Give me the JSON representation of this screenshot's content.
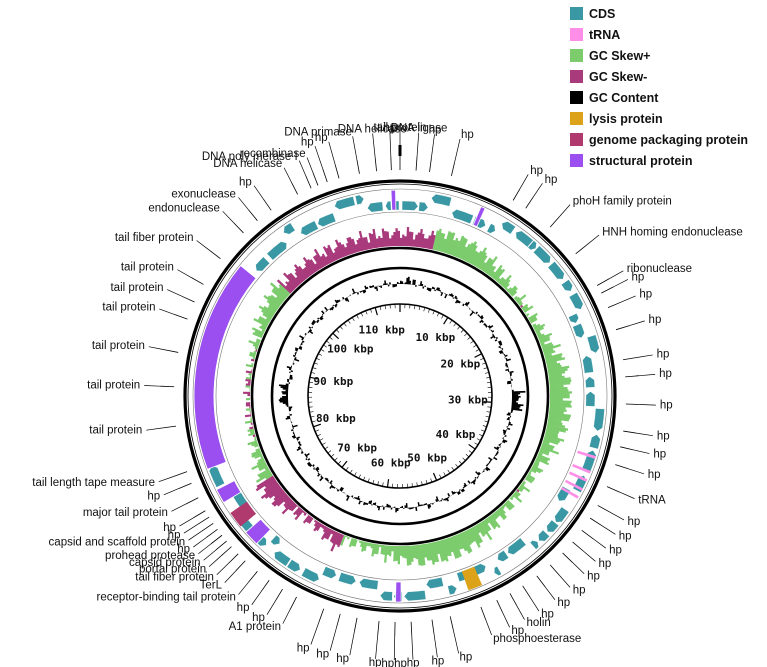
{
  "colors": {
    "cds": "#3a97a4",
    "trna": "#ff8ee8",
    "gc_skew_plus": "#7ccc6e",
    "gc_skew_minus": "#a93a7c",
    "gc_content": "#000000",
    "lysis": "#dba21a",
    "packaging": "#b03a6e",
    "structural": "#9b4ff0"
  },
  "legend": [
    {
      "label": "CDS",
      "color": "#3a97a4"
    },
    {
      "label": "tRNA",
      "color": "#ff8ee8"
    },
    {
      "label": "GC Skew+",
      "color": "#7ccc6e"
    },
    {
      "label": "GC Skew-",
      "color": "#a93a7c"
    },
    {
      "label": "GC Content",
      "color": "#000000"
    },
    {
      "label": "lysis protein",
      "color": "#dba21a"
    },
    {
      "label": "genome packaging protein",
      "color": "#b03a6e"
    },
    {
      "label": "structural protein",
      "color": "#9b4ff0"
    }
  ],
  "kbp_scale": {
    "genome_length_kbp": 115,
    "labels": [
      "10 kbp",
      "20 kbp",
      "30 kbp",
      "40 kbp",
      "50 kbp",
      "60 kbp",
      "70 kbp",
      "80 kbp",
      "90 kbp",
      "100 kbp",
      "110 kbp"
    ]
  },
  "gene_labels": [
    {
      "text": "tail protein",
      "pos_kbp": 0.0
    },
    {
      "text": "DNA ligase",
      "pos_kbp": 1.3
    },
    {
      "text": "hp",
      "pos_kbp": 2.4
    },
    {
      "text": "hp",
      "pos_kbp": 4.2
    },
    {
      "text": "hp",
      "pos_kbp": 9.6
    },
    {
      "text": "hp",
      "pos_kbp": 10.8
    },
    {
      "text": "phoH family protein",
      "pos_kbp": 13.3
    },
    {
      "text": "HNH homing endonuclease",
      "pos_kbp": 16.3
    },
    {
      "text": "ribonuclease",
      "pos_kbp": 19.4
    },
    {
      "text": "hp",
      "pos_kbp": 20.1
    },
    {
      "text": "hp",
      "pos_kbp": 21.4
    },
    {
      "text": "hp",
      "pos_kbp": 23.3
    },
    {
      "text": "hp",
      "pos_kbp": 25.8
    },
    {
      "text": "hp",
      "pos_kbp": 27.2
    },
    {
      "text": "hp",
      "pos_kbp": 29.4
    },
    {
      "text": "hp",
      "pos_kbp": 31.6
    },
    {
      "text": "hp",
      "pos_kbp": 32.9
    },
    {
      "text": "hp",
      "pos_kbp": 34.4
    },
    {
      "text": "tRNA",
      "pos_kbp": 36.3
    },
    {
      "text": "hp",
      "pos_kbp": 38.0
    },
    {
      "text": "hp",
      "pos_kbp": 39.2
    },
    {
      "text": "hp",
      "pos_kbp": 40.4
    },
    {
      "text": "hp",
      "pos_kbp": 41.6
    },
    {
      "text": "hp",
      "pos_kbp": 42.8
    },
    {
      "text": "hp",
      "pos_kbp": 44.2
    },
    {
      "text": "hp",
      "pos_kbp": 45.6
    },
    {
      "text": "hp",
      "pos_kbp": 47.0
    },
    {
      "text": "holin",
      "pos_kbp": 48.2
    },
    {
      "text": "hp",
      "pos_kbp": 49.4
    },
    {
      "text": "phosphoesterase",
      "pos_kbp": 50.8
    },
    {
      "text": "hp",
      "pos_kbp": 53.4
    },
    {
      "text": "hp",
      "pos_kbp": 54.9
    },
    {
      "text": "hp",
      "pos_kbp": 56.6
    },
    {
      "text": "hphp",
      "pos_kbp": 57.9
    },
    {
      "text": "hp",
      "pos_kbp": 59.2
    },
    {
      "text": "hp",
      "pos_kbp": 61.0
    },
    {
      "text": "hp",
      "pos_kbp": 62.4
    },
    {
      "text": "hp",
      "pos_kbp": 63.8
    },
    {
      "text": "A1 protein",
      "pos_kbp": 66.2
    },
    {
      "text": "hp",
      "pos_kbp": 67.5
    },
    {
      "text": "hp",
      "pos_kbp": 68.8
    },
    {
      "text": "receptor-binding tail protein",
      "pos_kbp": 70.0
    },
    {
      "text": "TerL",
      "pos_kbp": 71.3
    },
    {
      "text": "tail fiber protein",
      "pos_kbp": 72.1
    },
    {
      "text": "portal protein",
      "pos_kbp": 72.9
    },
    {
      "text": "capsid protein",
      "pos_kbp": 73.5
    },
    {
      "text": "prohead protease",
      "pos_kbp": 74.1
    },
    {
      "text": "hp",
      "pos_kbp": 74.7
    },
    {
      "text": "capsid and scaffold protein",
      "pos_kbp": 75.3
    },
    {
      "text": "hp",
      "pos_kbp": 75.9
    },
    {
      "text": "hp",
      "pos_kbp": 76.5
    },
    {
      "text": "major tail protein",
      "pos_kbp": 77.7
    },
    {
      "text": "hp",
      "pos_kbp": 79.0
    },
    {
      "text": "tail length tape measure",
      "pos_kbp": 80.0
    },
    {
      "text": "tail protein",
      "pos_kbp": 83.8
    },
    {
      "text": "tail protein",
      "pos_kbp": 87.0
    },
    {
      "text": "tail protein",
      "pos_kbp": 89.8
    },
    {
      "text": "tail protein",
      "pos_kbp": 92.6
    },
    {
      "text": "tail protein",
      "pos_kbp": 94.1
    },
    {
      "text": "tail protein",
      "pos_kbp": 95.7
    },
    {
      "text": "tail fiber protein",
      "pos_kbp": 98.2
    },
    {
      "text": "endonuclease",
      "pos_kbp": 101.0
    },
    {
      "text": "exonuclease",
      "pos_kbp": 102.5
    },
    {
      "text": "hp",
      "pos_kbp": 103.9
    },
    {
      "text": "DNA helicase",
      "pos_kbp": 106.4
    },
    {
      "text": "DNA poly merase I",
      "pos_kbp": 107.6
    },
    {
      "text": "recombinase",
      "pos_kbp": 108.2
    },
    {
      "text": "hp",
      "pos_kbp": 109.0
    },
    {
      "text": "hp",
      "pos_kbp": 110.0
    },
    {
      "text": "DNA primase",
      "pos_kbp": 111.7
    },
    {
      "text": "DNA helicase",
      "pos_kbp": 113.1
    },
    {
      "text": "hp",
      "pos_kbp": 114.3
    }
  ],
  "features": {
    "structural_blocks": [
      {
        "start_kbp": 79.6,
        "end_kbp": 98.8
      },
      {
        "start_kbp": 76.3,
        "end_kbp": 77.6
      },
      {
        "start_kbp": 71.6,
        "end_kbp": 73.0
      },
      {
        "start_kbp": 114.2,
        "end_kbp": 114.6
      },
      {
        "start_kbp": 7.4,
        "end_kbp": 7.8
      },
      {
        "start_kbp": 57.4,
        "end_kbp": 57.9
      }
    ],
    "packaging_blocks": [
      {
        "start_kbp": 73.7,
        "end_kbp": 75.2
      }
    ],
    "lysis_blocks": [
      {
        "start_kbp": 50.0,
        "end_kbp": 51.3
      }
    ],
    "trna_marks_kbp": [
      34.2,
      35.6,
      36.4,
      37.3,
      38.1
    ]
  }
}
